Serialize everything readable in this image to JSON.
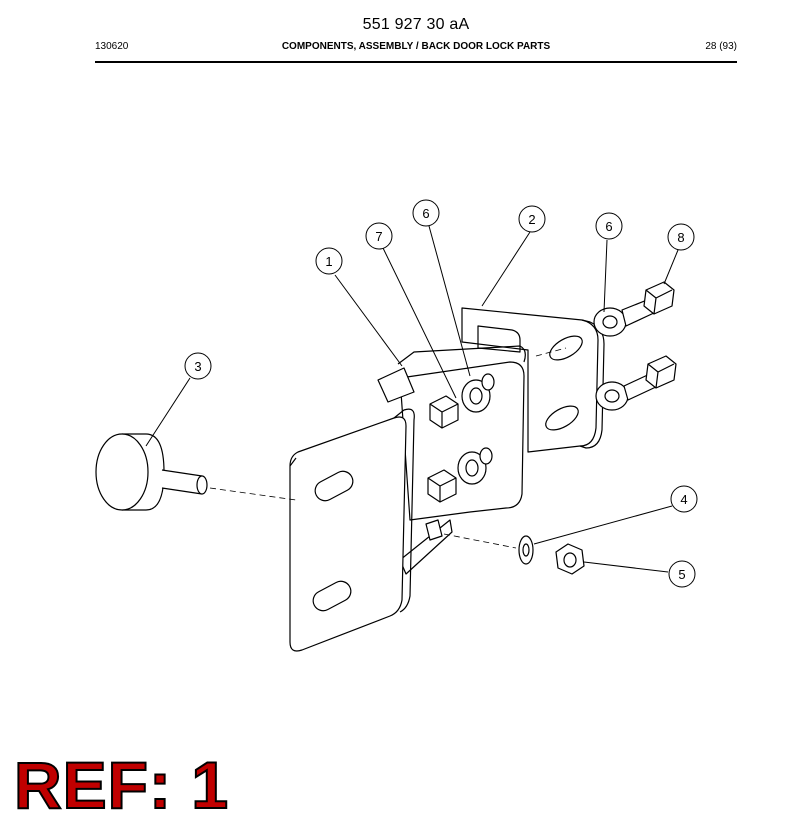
{
  "header": {
    "doc_number": "551 927 30 aA",
    "date_code": "130620",
    "title": "COMPONENTS, ASSEMBLY / BACK DOOR LOCK PARTS",
    "page": "28 (93)"
  },
  "callouts": [
    {
      "id": "callout-1",
      "label": "1"
    },
    {
      "id": "callout-2",
      "label": "2"
    },
    {
      "id": "callout-3",
      "label": "3"
    },
    {
      "id": "callout-4",
      "label": "4"
    },
    {
      "id": "callout-5",
      "label": "5"
    },
    {
      "id": "callout-6a",
      "label": "6"
    },
    {
      "id": "callout-6b",
      "label": "6"
    },
    {
      "id": "callout-7",
      "label": "7"
    },
    {
      "id": "callout-8",
      "label": "8"
    }
  ],
  "ref_label": "REF: 1"
}
